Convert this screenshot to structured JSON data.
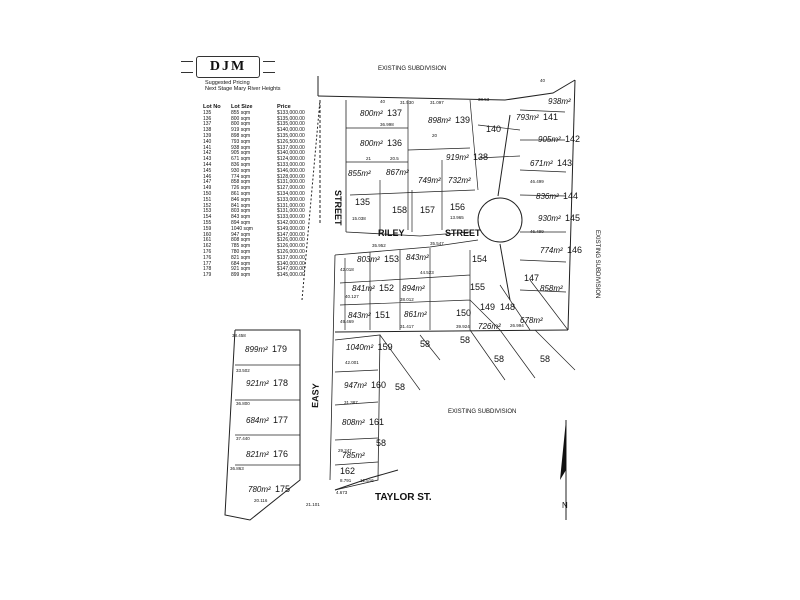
{
  "logo": "DJM",
  "heading": {
    "line1": "Suggested Pricing",
    "line2": "Next Stage Mary River Heights"
  },
  "pricing": {
    "headers": [
      "Lot No",
      "Lot Size",
      "Price"
    ],
    "rows": [
      [
        "135",
        "855 sqm",
        "$133,000.00"
      ],
      [
        "136",
        "800 sqm",
        "$135,000.00"
      ],
      [
        "137",
        "800 sqm",
        "$135,000.00"
      ],
      [
        "138",
        "919 sqm",
        "$140,000.00"
      ],
      [
        "139",
        "898 sqm",
        "$135,000.00"
      ],
      [
        "140",
        "793 sqm",
        "$126,500.00"
      ],
      [
        "141",
        "938 sqm",
        "$137,000.00"
      ],
      [
        "142",
        "905 sqm",
        "$140,000.00"
      ],
      [
        "143",
        "671 sqm",
        "$124,000.00"
      ],
      [
        "144",
        "836 sqm",
        "$133,000.00"
      ],
      [
        "145",
        "930 sqm",
        "$146,000.00"
      ],
      [
        "146",
        "774 sqm",
        "$128,000.00"
      ],
      [
        "147",
        "858 sqm",
        "$131,000.00"
      ],
      [
        "149",
        "726 sqm",
        "$127,000.00"
      ],
      [
        "150",
        "861 sqm",
        "$134,000.00"
      ],
      [
        "151",
        "846 sqm",
        "$133,000.00"
      ],
      [
        "152",
        "841 sqm",
        "$131,000.00"
      ],
      [
        "153",
        "803 sqm",
        "$131,000.00"
      ],
      [
        "154",
        "843 sqm",
        "$133,000.00"
      ],
      [
        "155",
        "894 sqm",
        "$142,000.00"
      ],
      [
        "159",
        "1040 sqm",
        "$149,000.00"
      ],
      [
        "160",
        "947 sqm",
        "$147,000.00"
      ],
      [
        "161",
        "808 sqm",
        "$126,000.00"
      ],
      [
        "162",
        "785 sqm",
        "$126,000.00"
      ],
      [
        "176",
        "780 sqm",
        "$126,000.00"
      ],
      [
        "176",
        "821 sqm",
        "$137,000.00"
      ],
      [
        "177",
        "684 sqm",
        "$140,000.00"
      ],
      [
        "178",
        "921 sqm",
        "$147,000.00"
      ],
      [
        "179",
        "899 sqm",
        "$145,000.00"
      ]
    ]
  },
  "streets": {
    "existing_top": "EXISTING  SUBDIVISION",
    "existing_bottom": "EXISTING  SUBDIVISION",
    "existing_right": "EXISTING  SUBDIVISION",
    "street_left": "STREET",
    "riley": "RILEY",
    "riley_street": "STREET",
    "easy": "EASY",
    "taylor": "TAYLOR ST."
  },
  "lots": [
    {
      "n": "137",
      "area": "800m²"
    },
    {
      "n": "139",
      "area": "898m²"
    },
    {
      "n": "140",
      "area": ""
    },
    {
      "n": "141",
      "area": "793m²"
    },
    {
      "n": "",
      "area": "938m²"
    },
    {
      "n": "136",
      "area": "800m²"
    },
    {
      "n": "138",
      "area": "919m²"
    },
    {
      "n": "142",
      "area": "905m²"
    },
    {
      "n": "143",
      "area": "671m²"
    },
    {
      "n": "",
      "area": "855m²"
    },
    {
      "n": "",
      "area": "867m²"
    },
    {
      "n": "",
      "area": "749m²"
    },
    {
      "n": "",
      "area": "732m²"
    },
    {
      "n": "144",
      "area": "836m²"
    },
    {
      "n": "135",
      "area": ""
    },
    {
      "n": "158",
      "area": ""
    },
    {
      "n": "157",
      "area": ""
    },
    {
      "n": "156",
      "area": ""
    },
    {
      "n": "145",
      "area": "930m²"
    },
    {
      "n": "146",
      "area": "774m²"
    },
    {
      "n": "153",
      "area": "803m²"
    },
    {
      "n": "",
      "area": "843m²"
    },
    {
      "n": "154",
      "area": ""
    },
    {
      "n": "147",
      "area": ""
    },
    {
      "n": "",
      "area": "858m²"
    },
    {
      "n": "152",
      "area": "841m²"
    },
    {
      "n": "",
      "area": "894m²"
    },
    {
      "n": "155",
      "area": ""
    },
    {
      "n": "149",
      "area": ""
    },
    {
      "n": "148",
      "area": ""
    },
    {
      "n": "151",
      "area": "843m²"
    },
    {
      "n": "",
      "area": "861m²"
    },
    {
      "n": "150",
      "area": ""
    },
    {
      "n": "",
      "area": "726m²"
    },
    {
      "n": "",
      "area": "678m²"
    },
    {
      "n": "179",
      "area": "899m²"
    },
    {
      "n": "159",
      "area": "1040m²"
    },
    {
      "n": "178",
      "area": "921m²"
    },
    {
      "n": "160",
      "area": "947m²"
    },
    {
      "n": "177",
      "area": "684m²"
    },
    {
      "n": "161",
      "area": "808m²"
    },
    {
      "n": "176",
      "area": "821m²"
    },
    {
      "n": "",
      "area": "785m²"
    },
    {
      "n": "162",
      "area": ""
    },
    {
      "n": "175",
      "area": "780m²"
    }
  ],
  "existing_lots": [
    "58",
    "58",
    "58",
    "58",
    "58",
    "58"
  ],
  "dimensions": [
    "40",
    "31.530",
    "31.097",
    "38.53",
    "40",
    "36.998",
    "20",
    "21",
    "20.5",
    "15.038",
    "13.965",
    "46.499",
    "46.499",
    "35.952",
    "35.547",
    "42.018",
    "40.127",
    "44.523",
    "38.012",
    "49.469",
    "31.417",
    "39.924",
    "26.994",
    "38.458",
    "33.502",
    "36.800",
    "37.440",
    "36.863",
    "21.101",
    "42.001",
    "31.387",
    "29.247",
    "8.791",
    "12.516",
    "4.673",
    "20.116"
  ],
  "north": "N"
}
